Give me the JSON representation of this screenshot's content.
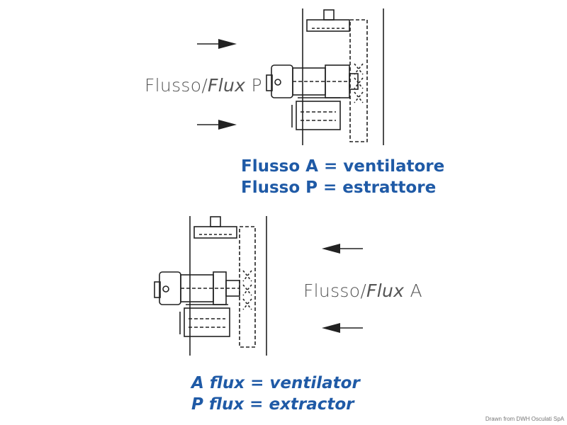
{
  "top": {
    "flow_label_prefix": "Flusso/",
    "flow_label_italic": "Flux",
    "flow_label_suffix": " P",
    "legend_line1": "Flusso A = ventilatore",
    "legend_line2": "Flusso P = estrattore"
  },
  "bottom": {
    "flow_label_prefix": "Flusso/",
    "flow_label_italic": "Flux",
    "flow_label_suffix": " A",
    "legend_line1": "A flux = ventilator",
    "legend_line2": "P flux = extractor"
  },
  "credit": "Drawn from DWH Osculati SpA",
  "colors": {
    "legend": "#1f5aa6",
    "drawing": "#222222",
    "label": "#555555"
  }
}
